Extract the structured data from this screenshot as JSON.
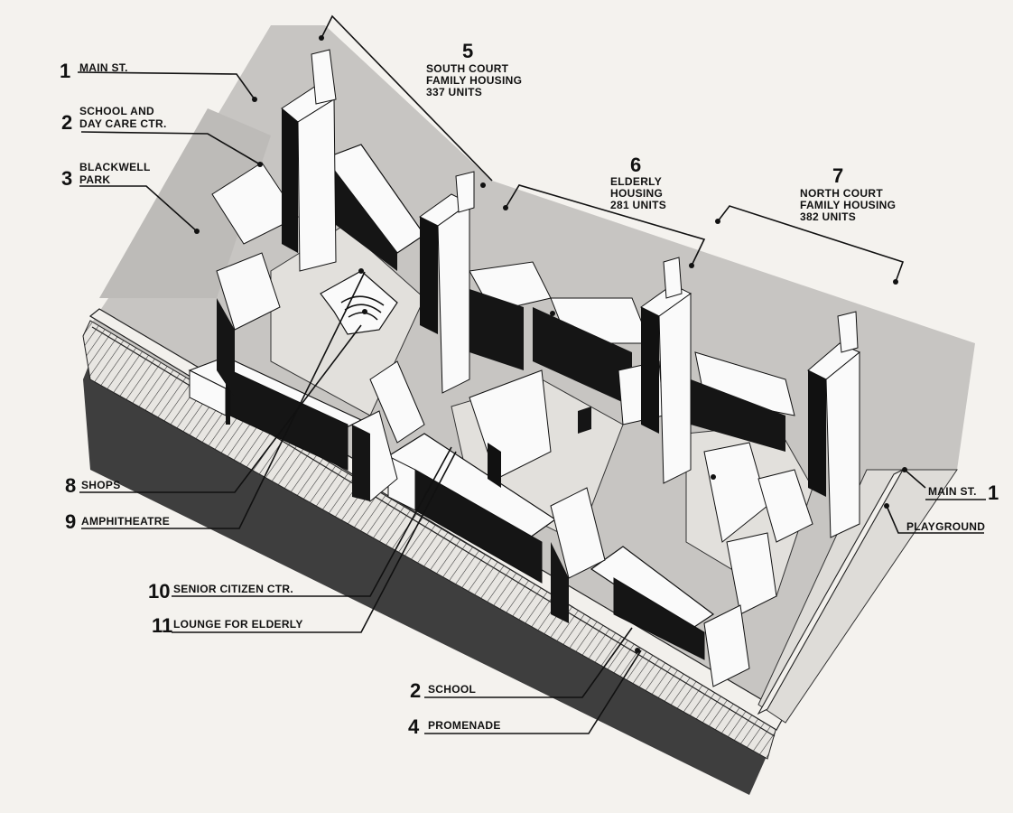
{
  "labels": {
    "l1": {
      "num": "1",
      "lines": [
        "MAIN ST."
      ]
    },
    "l2": {
      "num": "2",
      "lines": [
        "SCHOOL AND",
        "DAY CARE CTR."
      ]
    },
    "l3": {
      "num": "3",
      "lines": [
        "BLACKWELL",
        "PARK"
      ]
    },
    "l5": {
      "num": "5",
      "lines": [
        "SOUTH COURT",
        "FAMILY HOUSING",
        "337 UNITS"
      ]
    },
    "l6": {
      "num": "6",
      "lines": [
        "ELDERLY",
        "HOUSING",
        "281 UNITS"
      ]
    },
    "l7": {
      "num": "7",
      "lines": [
        "NORTH COURT",
        "FAMILY HOUSING",
        "382 UNITS"
      ]
    },
    "l8": {
      "num": "8",
      "lines": [
        "SHOPS"
      ]
    },
    "l9": {
      "num": "9",
      "lines": [
        "AMPHITHEATRE"
      ]
    },
    "l10": {
      "num": "10",
      "lines": [
        "SENIOR CITIZEN CTR."
      ]
    },
    "l11": {
      "num": "11",
      "lines": [
        "LOUNGE FOR ELDERLY"
      ]
    },
    "l2b": {
      "num": "2",
      "lines": [
        "SCHOOL"
      ]
    },
    "l4": {
      "num": "4",
      "lines": [
        "PROMENADE"
      ]
    },
    "l1b": {
      "num": "1",
      "lines": [
        "MAIN ST."
      ]
    },
    "lpg": {
      "num": "",
      "lines": [
        "PLAYGROUND"
      ]
    }
  }
}
